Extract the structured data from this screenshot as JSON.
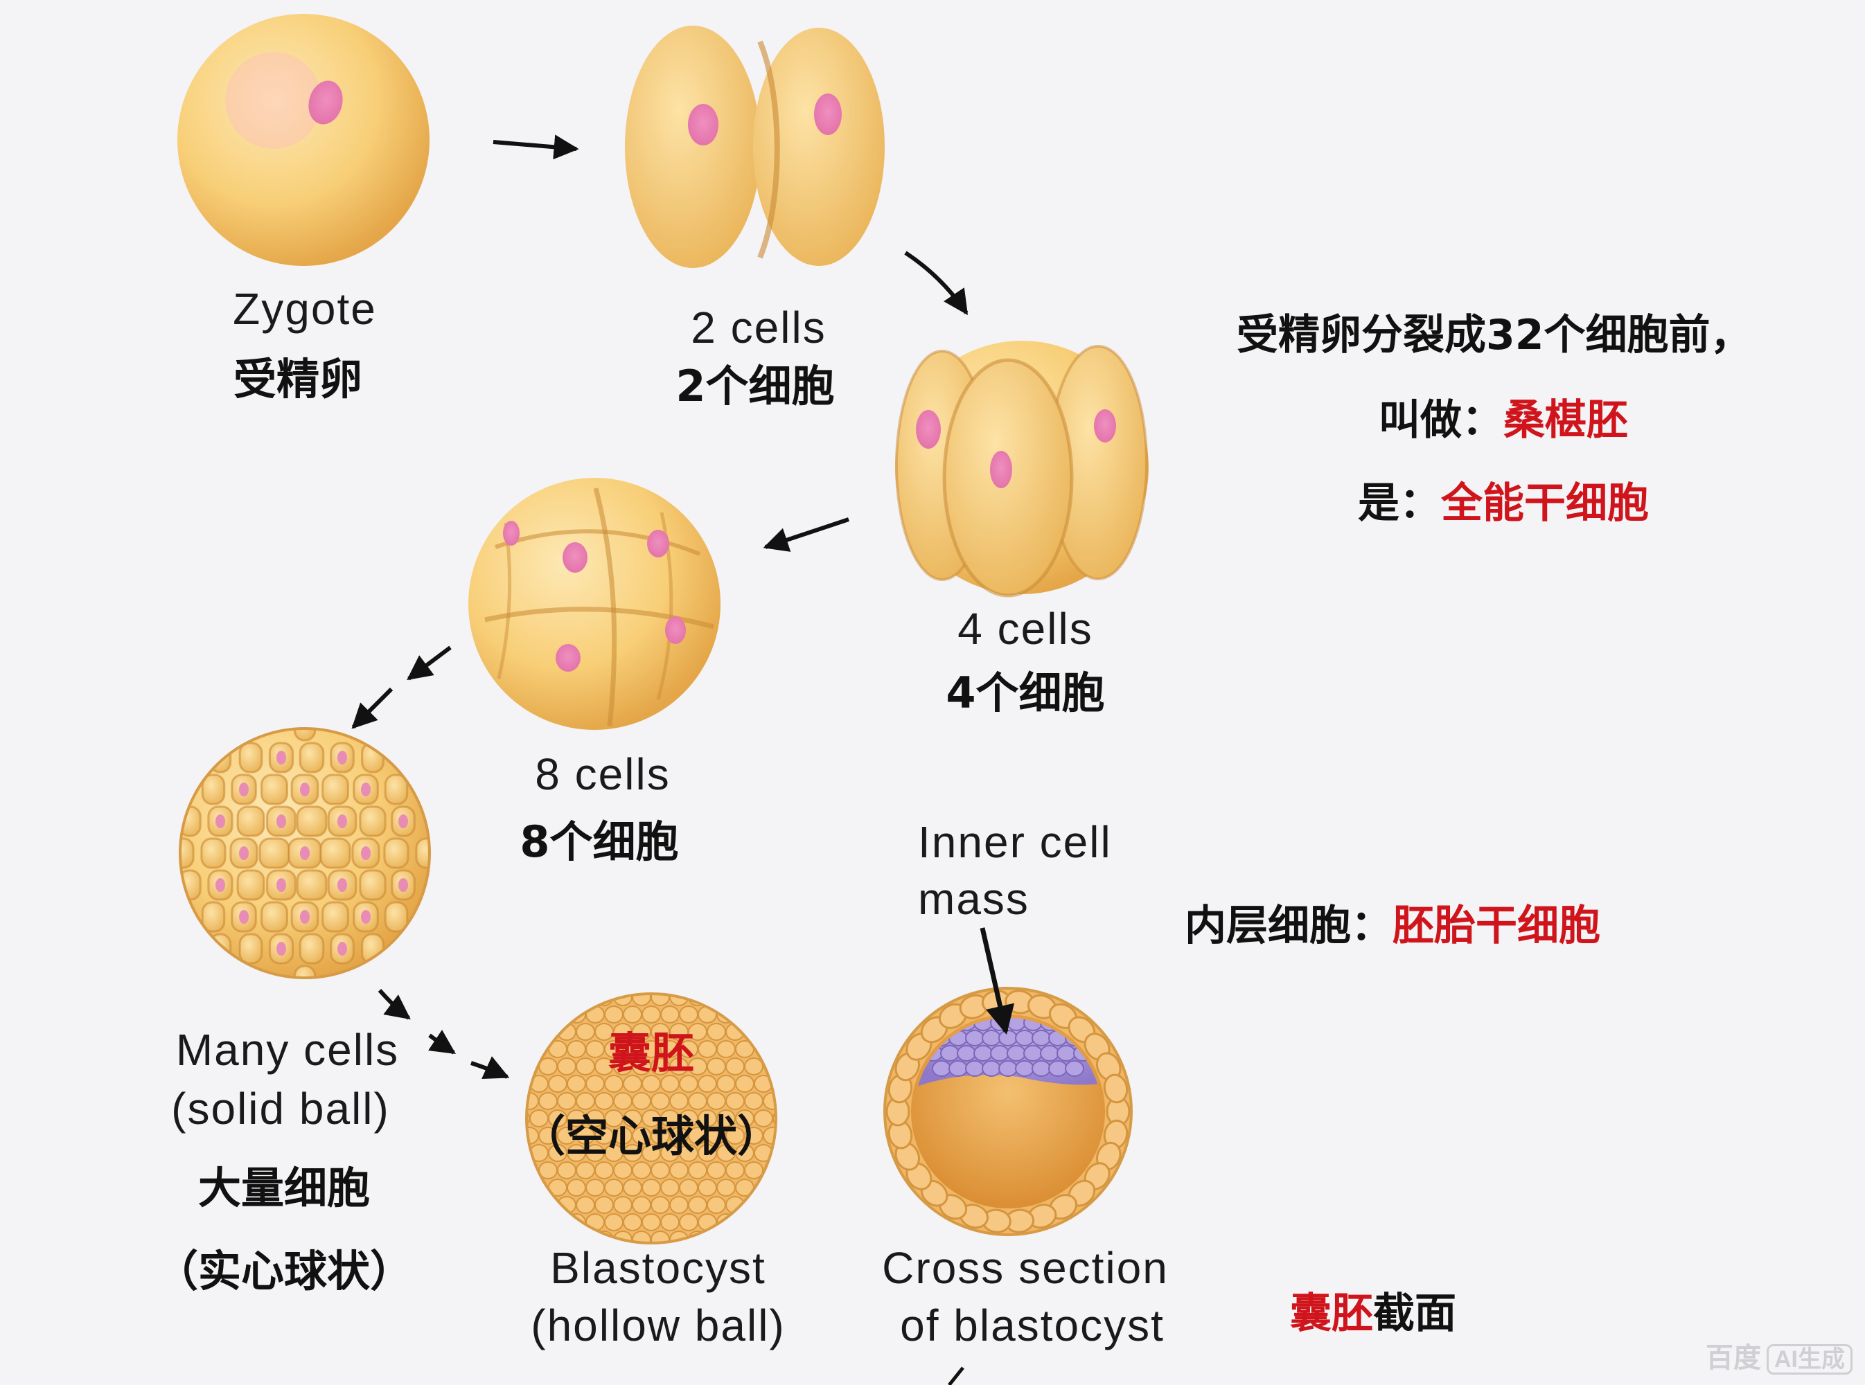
{
  "stages": {
    "zygote": {
      "en": "Zygote",
      "zh": "受精卵"
    },
    "two_cells": {
      "en": "2 cells",
      "zh": "2个细胞"
    },
    "four_cells": {
      "en": "4 cells",
      "zh": "4个细胞"
    },
    "eight_cells": {
      "en": "8 cells",
      "zh": "8个细胞"
    },
    "many_cells": {
      "en_line1": "Many cells",
      "en_line2": "(solid ball)",
      "zh_line1": "大量细胞",
      "zh_line2": "（实心球状）"
    },
    "blastocyst": {
      "en_line1": "Blastocyst",
      "en_line2": "(hollow ball)",
      "zh_title": "囊胚",
      "zh_sub": "（空心球状）"
    },
    "cross_section": {
      "en_line1": "Cross section",
      "en_line2": "of blastocyst",
      "pointer_line1": "Inner cell",
      "pointer_line2": "mass"
    }
  },
  "notes": {
    "morula_line1": "受精卵分裂成32个细胞前，",
    "morula_line2_prefix": "叫做：",
    "morula_line2_term": "桑椹胚",
    "morula_line3_prefix": "是：",
    "morula_line3_term": "全能干细胞",
    "inner_prefix": "内层细胞：",
    "inner_term": "胚胎干细胞",
    "section_term": "囊胚",
    "section_suffix": "截面"
  },
  "watermark": {
    "brand": "百度",
    "badge": "AI生成"
  },
  "colors": {
    "cell_light": "#fbe0a0",
    "cell_mid": "#f6c86a",
    "cell_dark": "#dfa03c",
    "nucleus": "#e97bb0",
    "inner_mass": "#a593d6",
    "emphasis_red": "#d0141c"
  }
}
